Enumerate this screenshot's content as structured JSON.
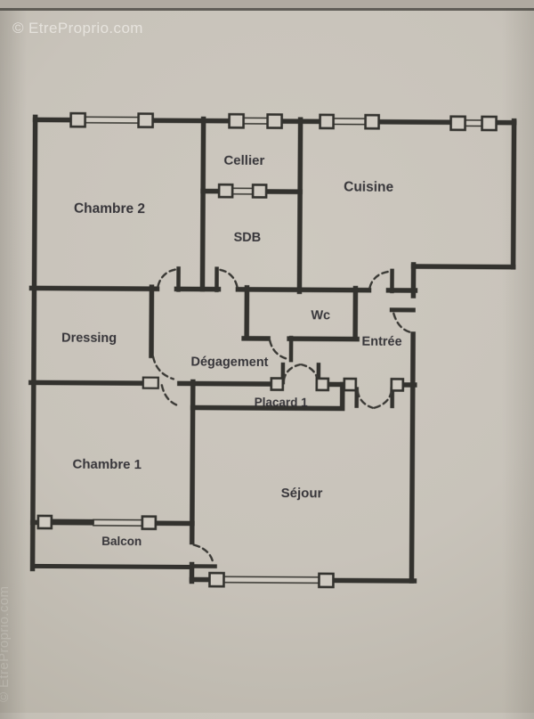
{
  "watermark": {
    "text": "© EtreProprio.com"
  },
  "floorplan": {
    "rooms": [
      {
        "id": "chambre2",
        "label": "Chambre 2"
      },
      {
        "id": "cellier",
        "label": "Cellier"
      },
      {
        "id": "cuisine",
        "label": "Cuisine"
      },
      {
        "id": "sdb",
        "label": "SDB"
      },
      {
        "id": "wc",
        "label": "Wc"
      },
      {
        "id": "entree",
        "label": "Entrée"
      },
      {
        "id": "dressing",
        "label": "Dressing"
      },
      {
        "id": "degagement",
        "label": "Dégagement"
      },
      {
        "id": "placard1",
        "label": "Placard 1"
      },
      {
        "id": "chambre1",
        "label": "Chambre 1"
      },
      {
        "id": "sejour",
        "label": "Séjour"
      },
      {
        "id": "balcon",
        "label": "Balcon"
      }
    ],
    "colors": {
      "paper": "#c8c3ba",
      "wall": "#33322e",
      "label": "#2b2a2f",
      "watermark": "#fcfaf6"
    }
  }
}
